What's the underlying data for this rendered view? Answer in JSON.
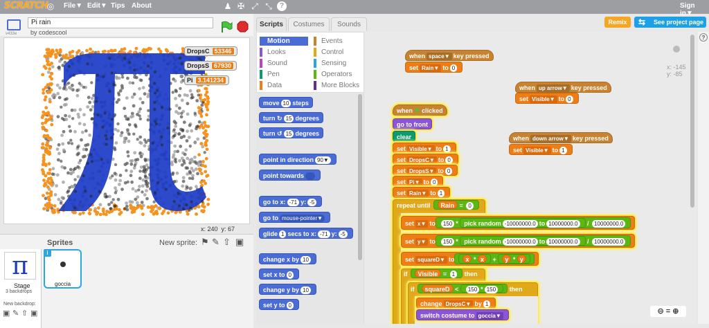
{
  "topbar": {
    "logo": "SCRATCH",
    "file": "File▼",
    "edit": "Edit▼",
    "tips": "Tips",
    "about": "About",
    "sign_in": "Sign in▼"
  },
  "project": {
    "title": "Pi rain",
    "author": "by codescool",
    "version": "v433e",
    "remix": "Remix",
    "see_project_page": "See project page"
  },
  "monitors": [
    {
      "label": "DropsC",
      "value": "53346"
    },
    {
      "label": "DropsS",
      "value": "67930"
    },
    {
      "label": "Pi",
      "value": "3.141234"
    }
  ],
  "stage_coords": {
    "x": "x: 240",
    "y": "y: 67"
  },
  "sprites_panel": {
    "title": "Sprites",
    "new_sprite": "New sprite:",
    "stage_label": "Stage",
    "stage_backdrops": "3 backdrops",
    "new_backdrop": "New backdrop:",
    "sprite_name": "goccia"
  },
  "tabs": [
    "Scripts",
    "Costumes",
    "Sounds"
  ],
  "categories": [
    {
      "name": "Motion",
      "color": "#4a6cd4"
    },
    {
      "name": "Events",
      "color": "#c88330"
    },
    {
      "name": "Looks",
      "color": "#8a55d7"
    },
    {
      "name": "Control",
      "color": "#e1a91a"
    },
    {
      "name": "Sound",
      "color": "#bb42c3"
    },
    {
      "name": "Sensing",
      "color": "#2ca5e2"
    },
    {
      "name": "Pen",
      "color": "#0e9a6c"
    },
    {
      "name": "Operators",
      "color": "#5cb712"
    },
    {
      "name": "Data",
      "color": "#ee7d16"
    },
    {
      "name": "More Blocks",
      "color": "#632d99"
    }
  ],
  "palette": {
    "move": "move",
    "move_v": "10",
    "steps": "steps",
    "turn": "turn",
    "turn_v": "15",
    "degrees": "degrees",
    "point_dir": "point in direction",
    "point_dir_v": "90▼",
    "point_towards": "point towards",
    "goto_xy": "go to x:",
    "goto_x": "-71",
    "y": "y:",
    "goto_y": "-5",
    "goto": "go to",
    "goto_v": "mouse-pointer▼",
    "glide": "glide",
    "glide_v": "1",
    "secs_to_x": "secs to x:",
    "change_x": "change x by",
    "change_x_v": "10",
    "set_x": "set x to",
    "set_x_v": "0",
    "change_y": "change y by",
    "change_y_v": "10",
    "set_y": "set y to",
    "set_y_v": "0"
  },
  "scripts": {
    "when": "when",
    "key_pressed": "key pressed",
    "space": "space▼",
    "up_arrow": "up arrow▼",
    "down_arrow": "down arrow▼",
    "set": "set",
    "to": "to",
    "rain": "Rain▼",
    "visible": "Visible▼",
    "dropsc": "DropsC▼",
    "dropss": "DropsS▼",
    "pi": "Pi▼",
    "x_var": "x▼",
    "y_var": "y▼",
    "squared_var": "squareD▼",
    "zero": "0",
    "one": "1",
    "flag_clicked": "clicked",
    "go_to_front": "go to front",
    "clear": "clear",
    "repeat_until": "repeat until",
    "rain_r": "Rain",
    "visible_r": "Visible",
    "x_r": "x",
    "y_r": "y",
    "squared_r": "squareD",
    "eq": "=",
    "lt": "<",
    "times": "*",
    "plus": "+",
    "div": "/",
    "v150": "150",
    "pick_random": "pick random",
    "neg": "-10000000.0",
    "pos": "10000000.0",
    "den": "10000000.0",
    "if": "if",
    "then": "then",
    "change": "change",
    "by": "by",
    "switch_costume": "switch costume to",
    "goccia": "goccia▼",
    "coord_x": "x: -145",
    "coord_y": "y: -85"
  }
}
